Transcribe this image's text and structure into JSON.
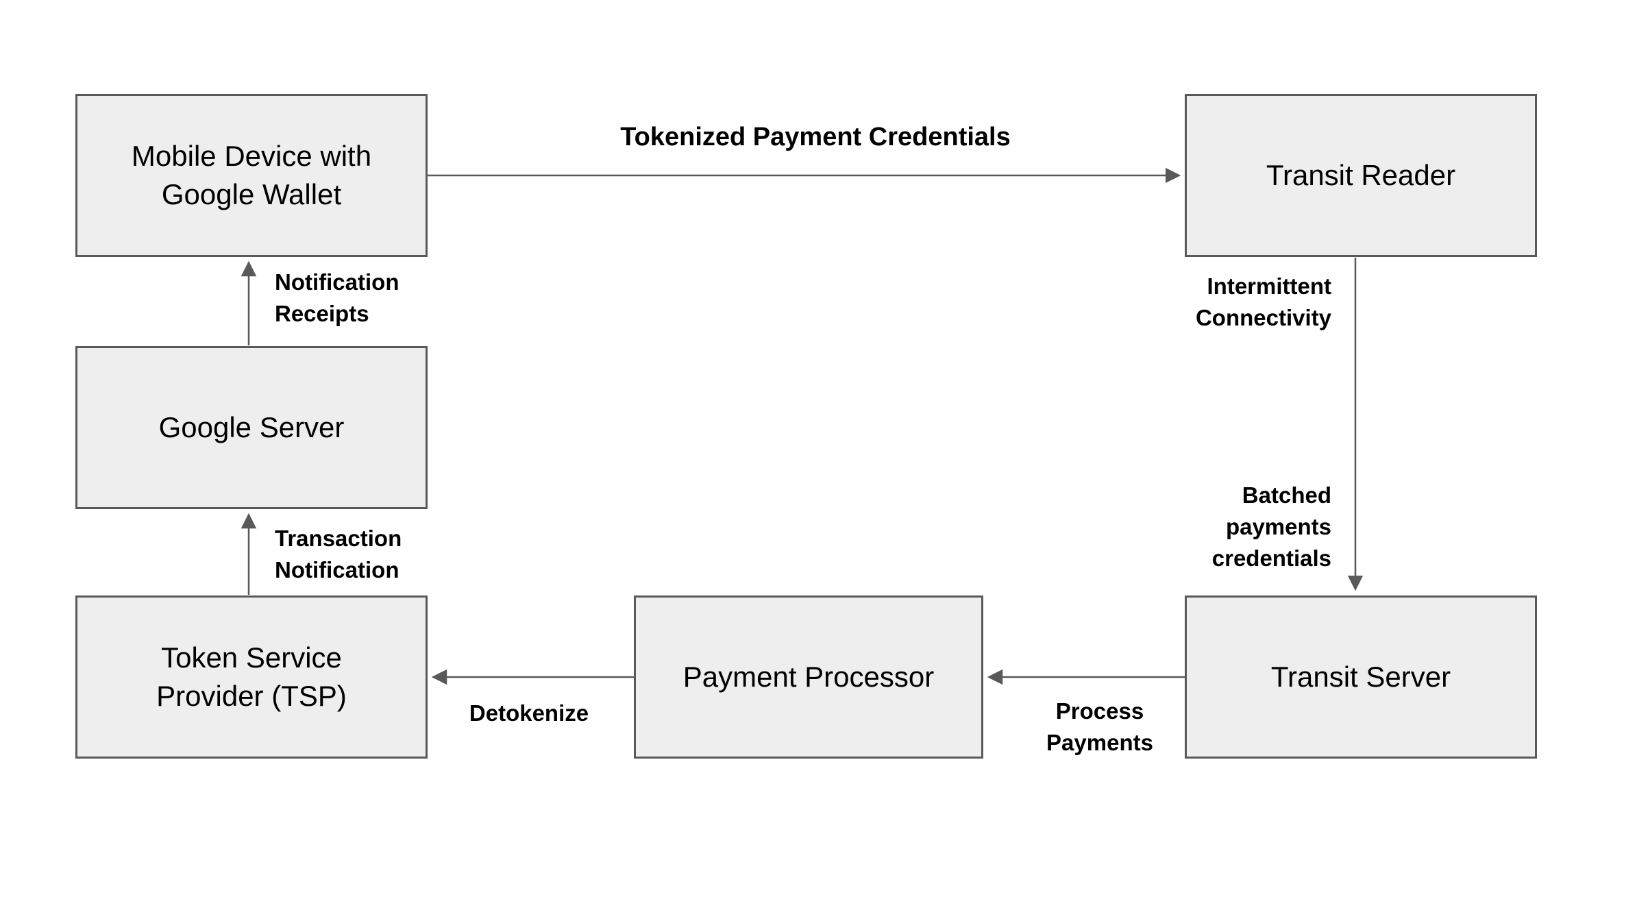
{
  "colors": {
    "background": "#ffffff",
    "node_fill": "#eeeeee",
    "node_border": "#595959",
    "arrow": "#595959",
    "text": "#000000"
  },
  "diagram": {
    "nodes": {
      "mobile": {
        "label": "Mobile Device with\nGoogle Wallet"
      },
      "transit_reader": {
        "label": "Transit Reader"
      },
      "google_server": {
        "label": "Google Server"
      },
      "tsp": {
        "label": "Token Service\nProvider (TSP)"
      },
      "payment_processor": {
        "label": "Payment Processor"
      },
      "transit_server": {
        "label": "Transit Server"
      }
    },
    "edges": {
      "mobile_to_reader": {
        "from": "mobile",
        "to": "transit_reader",
        "direction": "right",
        "label": "Tokenized Payment Credentials"
      },
      "reader_to_server": {
        "from": "transit_reader",
        "to": "transit_server",
        "direction": "down",
        "labels": [
          "Intermittent\nConnectivity",
          "Batched\npayments\ncredentials"
        ]
      },
      "server_to_processor": {
        "from": "transit_server",
        "to": "payment_processor",
        "direction": "left",
        "label": "Process\nPayments"
      },
      "processor_to_tsp": {
        "from": "payment_processor",
        "to": "tsp",
        "direction": "left",
        "label": "Detokenize"
      },
      "tsp_to_google": {
        "from": "tsp",
        "to": "google_server",
        "direction": "up",
        "label": "Transaction\nNotification"
      },
      "google_to_mobile": {
        "from": "google_server",
        "to": "mobile",
        "direction": "up",
        "label": "Notification\nReceipts"
      }
    }
  }
}
